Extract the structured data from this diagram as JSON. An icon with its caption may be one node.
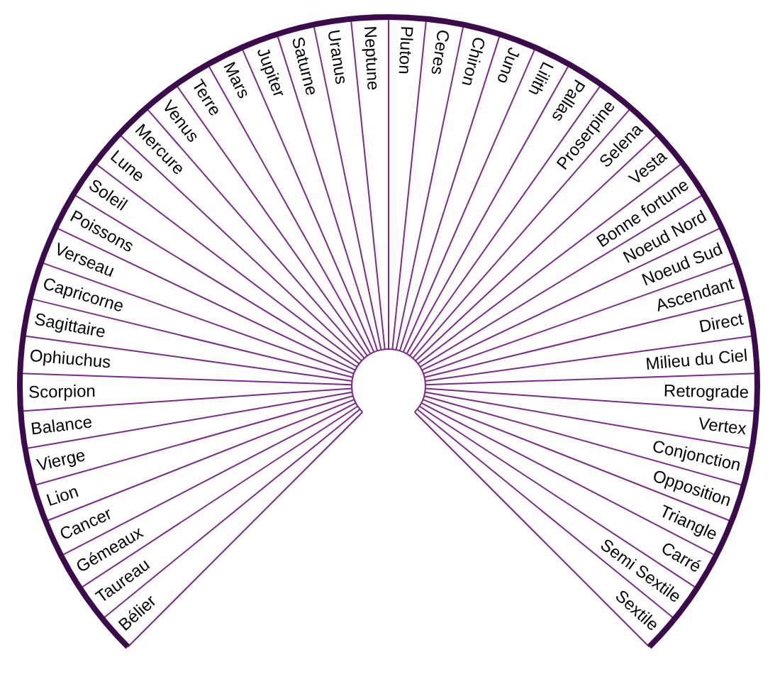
{
  "diagram": {
    "labels": [
      "Bélier",
      "Taureau",
      "Gémeaux",
      "Cancer",
      "Lion",
      "Vierge",
      "Balance",
      "Scorpion",
      "Ophiuchus",
      "Sagittaire",
      "Capricorne",
      "Verseau",
      "Poissons",
      "Soleil",
      "Lune",
      "Mercure",
      "Venus",
      "Terre",
      "Mars",
      "Jupiter",
      "Saturne",
      "Uranus",
      "Neptune",
      "Pluton",
      "Ceres",
      "Chiron",
      "Juno",
      "Lilith",
      "Pallas",
      "Proserpine",
      "Selena",
      "Vesta",
      "Bonne fortune",
      "Noeud Nord",
      "Noeud Sud",
      "Ascendant",
      "Direct",
      "Milieu du Ciel",
      "Retrograde",
      "Vertex",
      "Conjonction",
      "Opposition",
      "Triangle",
      "Carré",
      "Semi Sextile",
      "Sextile"
    ]
  }
}
